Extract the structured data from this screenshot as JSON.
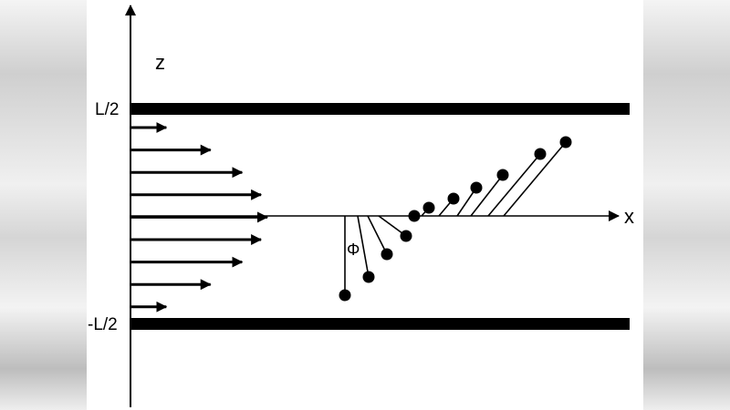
{
  "labels": {
    "z_axis": "z",
    "x_axis": "x",
    "top_plate": "L/2",
    "bottom_plate": "-L/2",
    "angle": "Φ"
  },
  "flow_profile_arrow_count": 9,
  "rod_count": 11
}
